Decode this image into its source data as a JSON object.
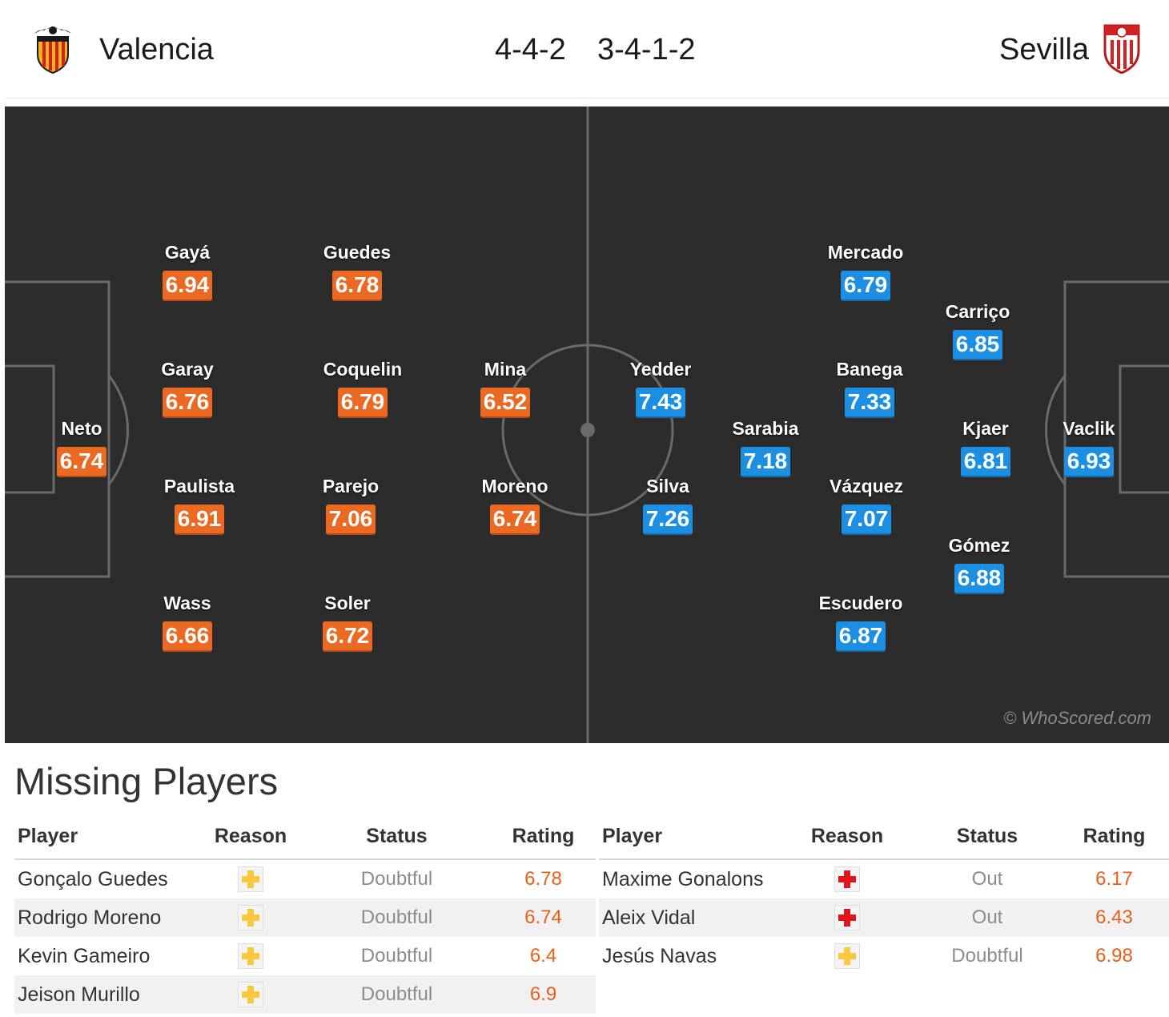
{
  "colors": {
    "home": "#ea6a23",
    "away": "#1d8fe3",
    "pitch": "#2c2c2c",
    "doubtful_icon": "#f7c840",
    "injury_icon": "#e0161b",
    "rating_text": "#e8601c"
  },
  "header": {
    "home_team": "Valencia",
    "home_crest": "valencia-bat-crest-icon",
    "home_formation": "4-4-2",
    "away_formation": "3-4-1-2",
    "away_team": "Sevilla",
    "away_crest": "sevilla-crest-icon"
  },
  "lineup": {
    "home": [
      {
        "name": "Neto",
        "rating": "6.74"
      },
      {
        "name": "Gayá",
        "rating": "6.94"
      },
      {
        "name": "Garay",
        "rating": "6.76"
      },
      {
        "name": "Paulista",
        "rating": "6.91"
      },
      {
        "name": "Wass",
        "rating": "6.66"
      },
      {
        "name": "Guedes",
        "rating": "6.78"
      },
      {
        "name": "Coquelin",
        "rating": "6.79"
      },
      {
        "name": "Parejo",
        "rating": "7.06"
      },
      {
        "name": "Soler",
        "rating": "6.72"
      },
      {
        "name": "Mina",
        "rating": "6.52"
      },
      {
        "name": "Moreno",
        "rating": "6.74"
      }
    ],
    "away": [
      {
        "name": "Yedder",
        "rating": "7.43"
      },
      {
        "name": "Silva",
        "rating": "7.26"
      },
      {
        "name": "Sarabia",
        "rating": "7.18"
      },
      {
        "name": "Mercado",
        "rating": "6.79"
      },
      {
        "name": "Banega",
        "rating": "7.33"
      },
      {
        "name": "Vázquez",
        "rating": "7.07"
      },
      {
        "name": "Escudero",
        "rating": "6.87"
      },
      {
        "name": "Carriço",
        "rating": "6.85"
      },
      {
        "name": "Kjaer",
        "rating": "6.81"
      },
      {
        "name": "Gómez",
        "rating": "6.88"
      },
      {
        "name": "Vaclik",
        "rating": "6.93"
      }
    ]
  },
  "watermark": "© WhoScored.com",
  "missing": {
    "title": "Missing Players",
    "headers": {
      "player": "Player",
      "reason": "Reason",
      "status": "Status",
      "rating": "Rating"
    },
    "home": [
      {
        "player": "Gonçalo Guedes",
        "reason_icon": "doubtful-cross-icon",
        "status": "Doubtful",
        "rating": "6.78"
      },
      {
        "player": "Rodrigo Moreno",
        "reason_icon": "doubtful-cross-icon",
        "status": "Doubtful",
        "rating": "6.74"
      },
      {
        "player": "Kevin Gameiro",
        "reason_icon": "doubtful-cross-icon",
        "status": "Doubtful",
        "rating": "6.4"
      },
      {
        "player": "Jeison Murillo",
        "reason_icon": "doubtful-cross-icon",
        "status": "Doubtful",
        "rating": "6.9"
      }
    ],
    "away": [
      {
        "player": "Maxime Gonalons",
        "reason_icon": "injury-cross-icon",
        "status": "Out",
        "rating": "6.17"
      },
      {
        "player": "Aleix Vidal",
        "reason_icon": "injury-cross-icon",
        "status": "Out",
        "rating": "6.43"
      },
      {
        "player": "Jesús Navas",
        "reason_icon": "doubtful-cross-icon",
        "status": "Doubtful",
        "rating": "6.98"
      }
    ]
  }
}
